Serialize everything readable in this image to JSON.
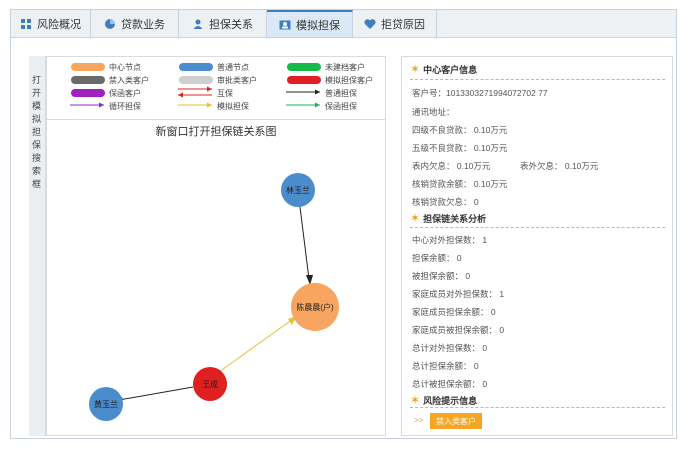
{
  "tabs": [
    {
      "label": "风险概况",
      "icon": "grid-icon"
    },
    {
      "label": "贷款业务",
      "icon": "pie-icon"
    },
    {
      "label": "担保关系",
      "icon": "person-icon"
    },
    {
      "label": "模拟担保",
      "icon": "id-card-icon"
    },
    {
      "label": "拒贷原因",
      "icon": "heart-icon"
    }
  ],
  "side_label": "打开模拟担保搜索框",
  "legend": {
    "items": [
      {
        "label": "中心节点",
        "color": "#f7a560"
      },
      {
        "label": "普通节点",
        "color": "#4a8ccc"
      },
      {
        "label": "未建档客户",
        "color": "#17b94a"
      },
      {
        "label": "禁入类客户",
        "color": "#6b6b6b"
      },
      {
        "label": "审批类客户",
        "color": "#cfcfcf"
      },
      {
        "label": "模拟担保客户",
        "color": "#e02020"
      },
      {
        "label": "保函客户",
        "color": "#a020c0"
      }
    ],
    "lines": [
      {
        "label": "互保"
      },
      {
        "label": "普通担保"
      },
      {
        "label": "循环担保"
      },
      {
        "label": "模拟担保"
      },
      {
        "label": "保函担保"
      }
    ]
  },
  "graph": {
    "title": "新窗口打开担保链关系图",
    "nodes": {
      "n1": {
        "label": "林玉兰"
      },
      "n2": {
        "label": "陈晨晨(户)"
      },
      "n3": {
        "label": "王成"
      },
      "n4": {
        "label": "黄玉兰"
      }
    }
  },
  "info": {
    "section1": "中心客户信息",
    "customer_no": "客户号：1013303271994072702 77",
    "address": "通讯地址：",
    "bad4": "四级不良贷款：  0.10万元",
    "bad5": "五级不良贷款：  0.10万元",
    "interest_in": "表内欠息：  0.10万元",
    "interest_out": "表外欠息：  0.10万元",
    "writeoff_loan": "核销贷款余额：  0.10万元",
    "writeoff_interest": "核销贷款欠息：  0",
    "section2": "担保链关系分析",
    "g1": "中心对外担保数：  1",
    "g2": "担保余额：  0",
    "g3": "被担保余额：  0",
    "g4": "家庭成员对外担保数：  1",
    "g5": "家庭成员担保余额：  0",
    "g6": "家庭成员被担保余额：  0",
    "g7": "总计对外担保数：  0",
    "g8": "总计担保余额：  0",
    "g9": "总计被担保余额：  0",
    "section3": "风险提示信息",
    "chevron": ">>",
    "risk_button": "禁入类客户"
  }
}
